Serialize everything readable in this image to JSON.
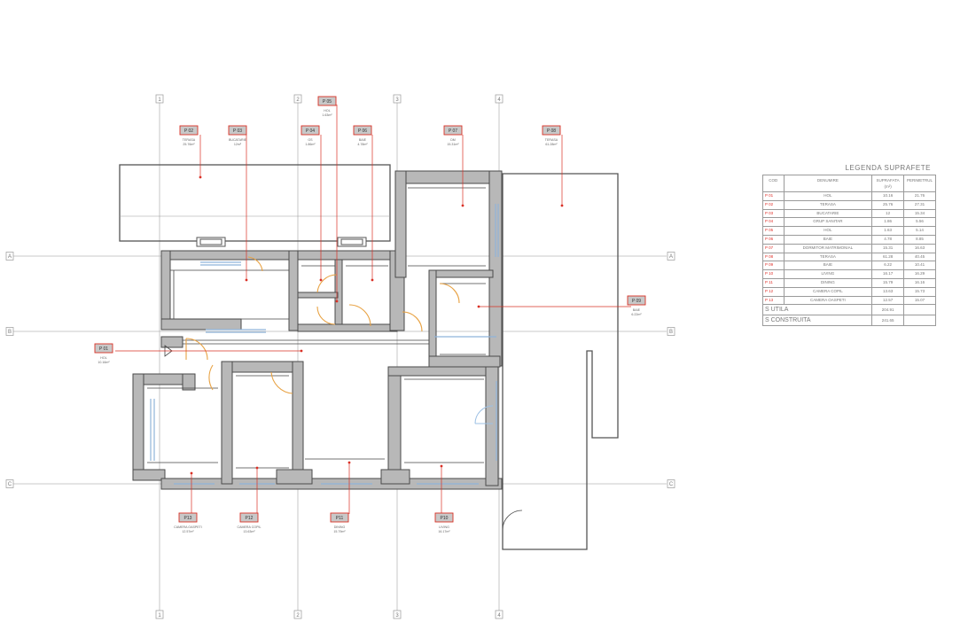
{
  "grid": {
    "columns": [
      "1",
      "2",
      "3",
      "4"
    ],
    "rows": [
      "A",
      "B",
      "C"
    ]
  },
  "rooms": [
    {
      "code": "P 02",
      "name": "TERASA",
      "area": "25.76m²"
    },
    {
      "code": "P 03",
      "name": "BUCATARIE",
      "area": "12m²"
    },
    {
      "code": "P 04",
      "name": "GS",
      "area": "1.86m²"
    },
    {
      "code": "P 05",
      "name": "HOL",
      "area": "1.63m²"
    },
    {
      "code": "P 06",
      "name": "BAIE",
      "area": "4.78m²"
    },
    {
      "code": "P 07",
      "name": "DM",
      "area": "15.31m²"
    },
    {
      "code": "P 08",
      "name": "TERASA",
      "area": "61.28m²"
    },
    {
      "code": "P 09",
      "name": "BAIE",
      "area": "6.22m²"
    },
    {
      "code": "P 01",
      "name": "HOL",
      "area": "10.16m²"
    },
    {
      "code": "P13",
      "name": "CAMERA OASPETI",
      "area": "12.57m²"
    },
    {
      "code": "P12",
      "name": "CAMERA COPIL",
      "area": "13.63m²"
    },
    {
      "code": "P11",
      "name": "DINING",
      "area": "15.79m²"
    },
    {
      "code": "P10",
      "name": "LIVING",
      "area": "16.17m²"
    }
  ],
  "legend": {
    "title": "LEGENDA SUPRAFETE",
    "headers": {
      "code": "COD",
      "name": "DENUMIRE",
      "area": "SUPRAFATA",
      "area_unit": "(m²)",
      "perimeter": "PERIMETRUL"
    },
    "rows": [
      {
        "code": "P 01",
        "name": "HOL",
        "area": "10.16",
        "perimeter": "21.76"
      },
      {
        "code": "P 02",
        "name": "TERASA",
        "area": "25.76",
        "perimeter": "27.31"
      },
      {
        "code": "P 03",
        "name": "BUCATARIE",
        "area": "12",
        "perimeter": "15.34"
      },
      {
        "code": "P 04",
        "name": "GRUP SANITAR",
        "area": "1.86",
        "perimeter": "5.56"
      },
      {
        "code": "P 05",
        "name": "HOL",
        "area": "1.63",
        "perimeter": "5.14"
      },
      {
        "code": "P 06",
        "name": "BAIE",
        "area": "4.78",
        "perimeter": "8.85"
      },
      {
        "code": "P 07",
        "name": "DORMITOR MATRIMONIAL",
        "area": "15.31",
        "perimeter": "16.63"
      },
      {
        "code": "P 08",
        "name": "TERASA",
        "area": "61.28",
        "perimeter": "40.45"
      },
      {
        "code": "P 09",
        "name": "BAIE",
        "area": "6.22",
        "perimeter": "10.41"
      },
      {
        "code": "P 10",
        "name": "LIVING",
        "area": "16.17",
        "perimeter": "16.29"
      },
      {
        "code": "P 11",
        "name": "DINING",
        "area": "15.79",
        "perimeter": "16.16"
      },
      {
        "code": "P 12",
        "name": "CAMERA COPIL",
        "area": "13.63",
        "perimeter": "15.73"
      },
      {
        "code": "P 13",
        "name": "CAMERA OASPETI",
        "area": "12.57",
        "perimeter": "15.07"
      }
    ],
    "totals": [
      {
        "label": "S UTILA",
        "value": "204.91"
      },
      {
        "label": "S CONSTRUITA",
        "value": "241.65"
      }
    ]
  }
}
